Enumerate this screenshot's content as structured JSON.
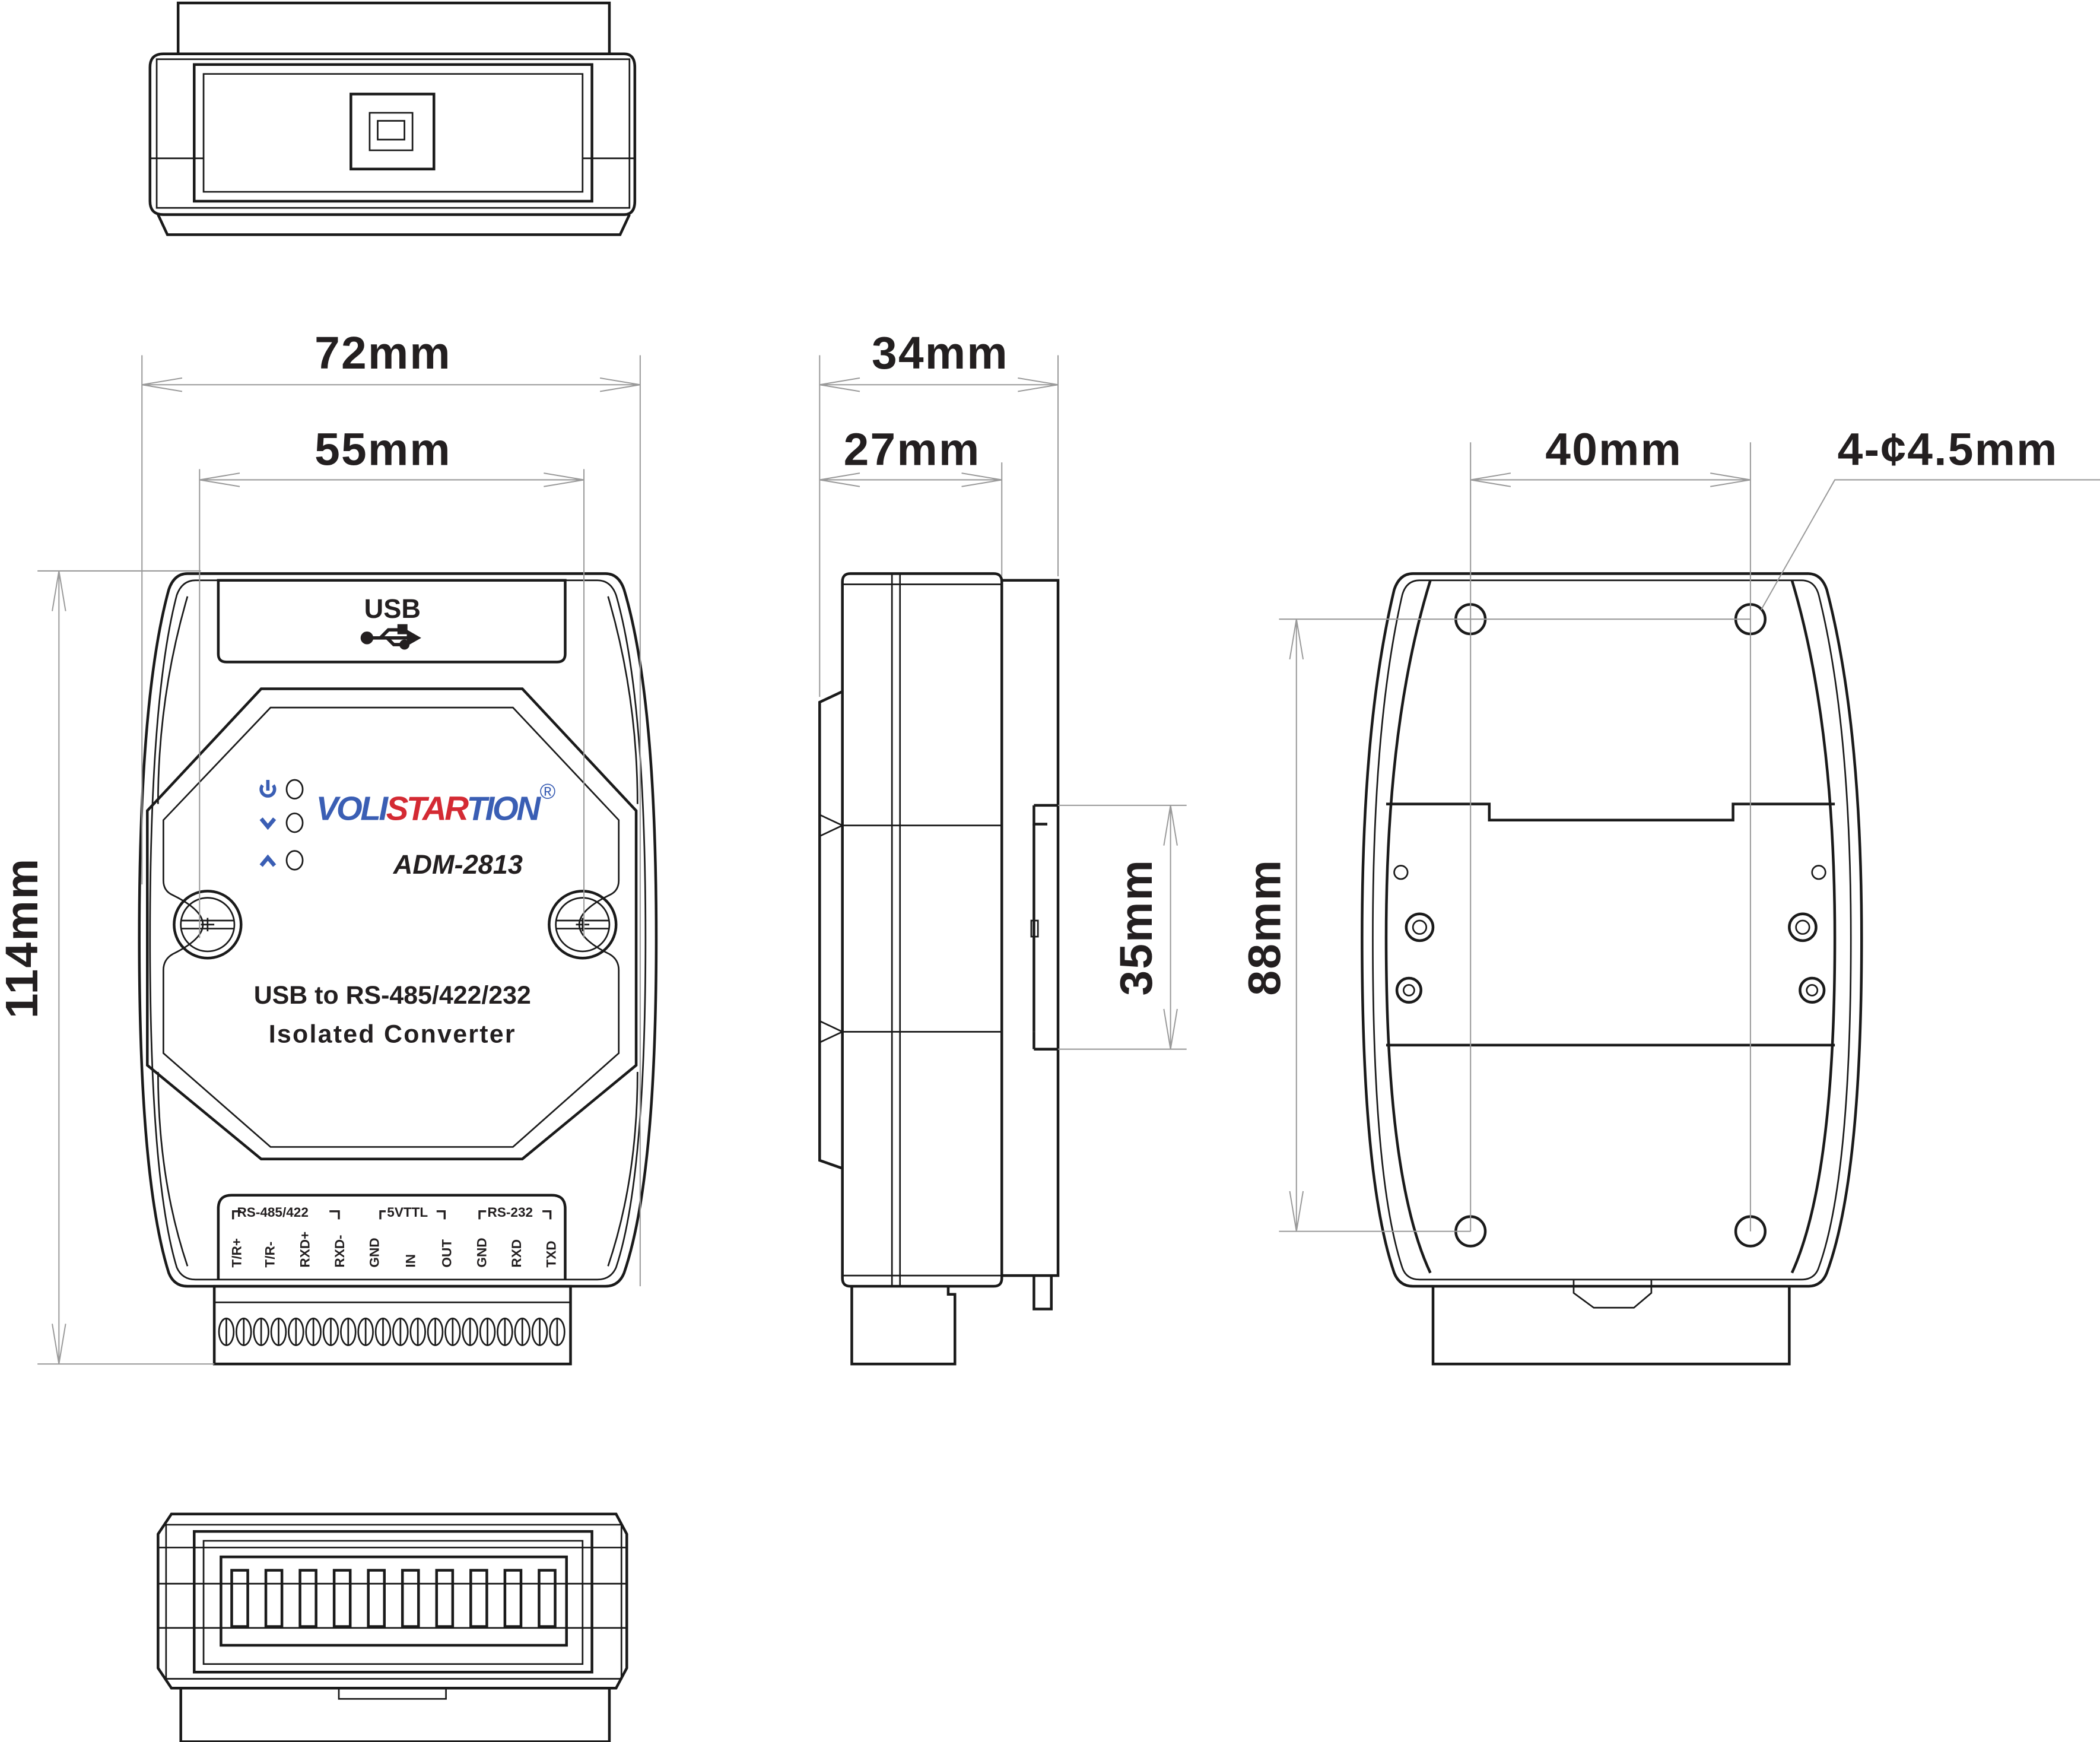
{
  "dimensions": {
    "width_outer": "72mm",
    "width_inner": "55mm",
    "height_total": "114mm",
    "depth_total": "34mm",
    "depth_body": "27mm",
    "din_rail": "35mm",
    "hole_spacing_x": "40mm",
    "hole_spacing_y": "88mm",
    "hole_diameter": "4-¢4.5mm"
  },
  "front_panel": {
    "usb_label": "USB",
    "brand_blue_1": "VOLI",
    "brand_red": "STAR",
    "brand_blue_2": "TION",
    "registered": "®",
    "model": "ADM-2813",
    "title_line1": "USB to RS-485/422/232",
    "title_line2": "Isolated Converter",
    "led_icons": [
      "power-icon",
      "chevron-down-icon",
      "chevron-up-icon"
    ],
    "terminal_groups": [
      "RS-485/422",
      "5VTTL",
      "RS-232"
    ],
    "terminal_pins": [
      "T/R+",
      "T/R-",
      "RXD+",
      "RXD-",
      "GND",
      "IN",
      "OUT",
      "GND",
      "RXD",
      "TXD"
    ]
  },
  "colors": {
    "brand_blue": "#3a5eb4",
    "brand_red": "#d42a33",
    "ink": "#231f20"
  }
}
